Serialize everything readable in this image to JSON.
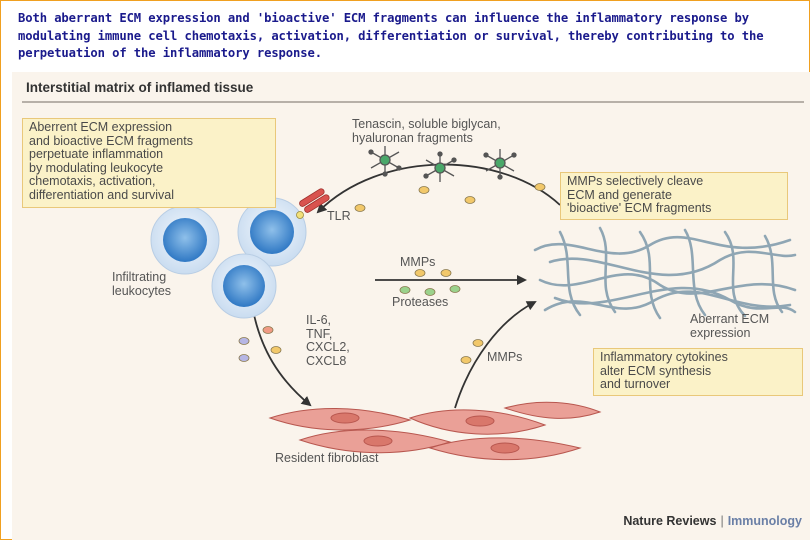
{
  "caption": "Both aberrant ECM expression and 'bioactive' ECM fragments can influence the inflammatory response by modulating immune cell chemotaxis, activation, differentiation or survival, thereby contributing to the perpetuation of the inflammatory response.",
  "figure": {
    "title": "Interstitial matrix of inflamed tissue",
    "boxes": {
      "aberrant": "Aberrent ECM expression\nand bioactive ECM fragments\nperpetuate inflammation\nby modulating leukocyte\nchemotaxis, activation,\ndifferentiation and survival",
      "mmps_cleave": "MMPs selectively cleave\nECM and generate\n'bioactive' ECM fragments",
      "cytokines": "Inflammatory cytokines\nalter ECM synthesis\nand turnover"
    },
    "labels": {
      "fragments": "Tenascin, soluble biglycan,\nhyaluronan fragments",
      "tlr": "TLR",
      "leukocytes": "Infiltrating\nleukocytes",
      "mmps_top": "MMPs",
      "proteases": "Proteases",
      "cytokine_list": "IL-6,\nTNF,\nCXCL2,\nCXCL8",
      "mmps_bottom": "MMPs",
      "aberrant_ecm": "Aberrant ECM\nexpression",
      "fibroblast": "Resident fibroblast"
    },
    "credit": {
      "journal": "Nature Reviews",
      "section": "Immunology"
    }
  }
}
